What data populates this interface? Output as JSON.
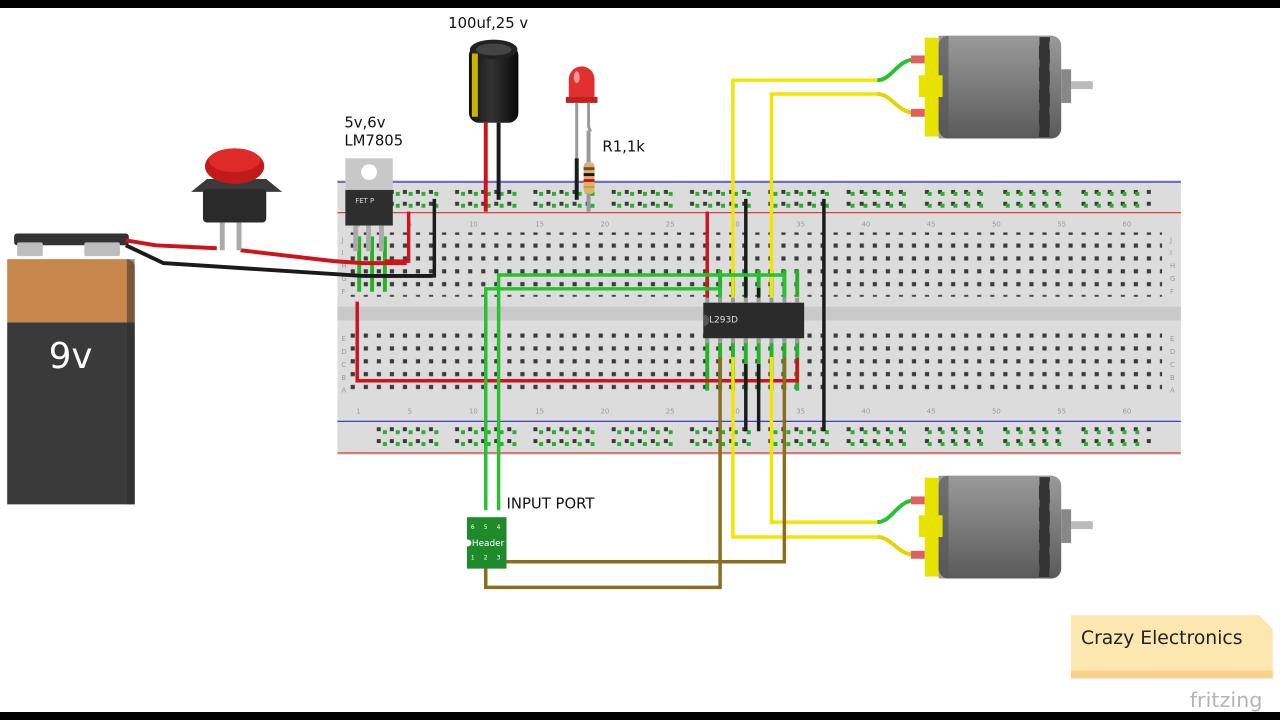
{
  "battery": {
    "label": "9v"
  },
  "capacitor": {
    "label": "100uf,25 v"
  },
  "regulator": {
    "label_voltage": "5v,6v",
    "label_part": "LM7805",
    "body_text": "FET P"
  },
  "resistor": {
    "label": "R1,1k"
  },
  "driver_ic": {
    "label": "L293D"
  },
  "header": {
    "label": "INPUT PORT",
    "body_text": "Header",
    "pins": [
      "6",
      "5",
      "4",
      "1",
      "2",
      "3"
    ]
  },
  "breadboard": {
    "col_numbers": [
      "1",
      "5",
      "10",
      "15",
      "20",
      "25",
      "30",
      "35",
      "40",
      "45",
      "50",
      "55",
      "60"
    ],
    "row_letters_top": [
      "J",
      "I",
      "H",
      "G",
      "F"
    ],
    "row_letters_bottom": [
      "E",
      "D",
      "C",
      "B",
      "A"
    ]
  },
  "watermark": {
    "brand": "Crazy Electronics",
    "app": "fritzing"
  },
  "colors": {
    "wire_red": "#d0121b",
    "wire_black": "#1b1b1b",
    "wire_yellow": "#f2e600",
    "wire_green": "#27c22f",
    "wire_brown": "#8a6d1d",
    "battery_top": "#c8874a",
    "battery_body": "#3a3a3a",
    "motor_cap": "#e8e200",
    "breadboard": "#dcdcdc",
    "note_bg": "#fde7b0"
  }
}
